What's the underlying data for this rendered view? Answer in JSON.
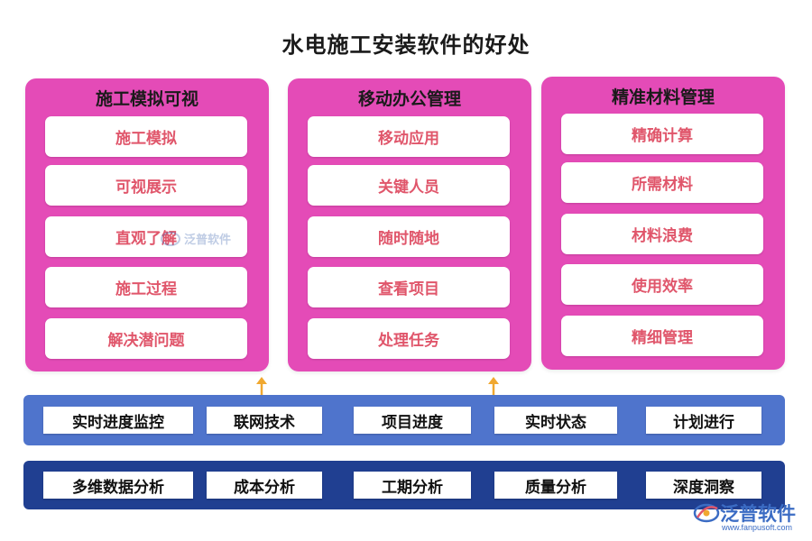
{
  "title": "水电施工安装软件的好处",
  "panels": [
    {
      "title": "施工模拟可视",
      "items": [
        "施工模拟",
        "可视展示",
        "直观了解",
        "施工过程",
        "解决潜问题"
      ]
    },
    {
      "title": "移动办公管理",
      "items": [
        "移动应用",
        "关键人员",
        "随时随地",
        "查看项目",
        "处理任务"
      ]
    },
    {
      "title": "精准材料管理",
      "items": [
        "精确计算",
        "所需材料",
        "材料浪费",
        "使用效率",
        "精细管理"
      ]
    }
  ],
  "bar1": [
    "实时进度监控",
    "联网技术",
    "项目进度",
    "实时状态",
    "计划进行"
  ],
  "bar2": [
    "多维数据分析",
    "成本分析",
    "工期分析",
    "质量分析",
    "深度洞察"
  ],
  "watermark": {
    "text": "泛普软件",
    "icon": "logo-icon"
  },
  "logo": {
    "name": "泛普软件",
    "url": "www.fanpusoft.com",
    "icon": "logo-icon"
  },
  "colors": {
    "panel": "#e44bb7",
    "item_text": "#e0566b",
    "bar1": "#4f74cc",
    "bar2": "#203f91",
    "arrow": "#f0a830"
  }
}
